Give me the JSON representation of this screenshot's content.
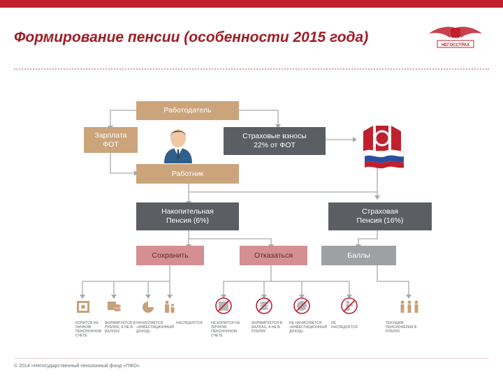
{
  "slide": {
    "title": "Формирование пенсии (особенности 2015 года)",
    "footer": "© 2014 «Негосударственный пенсионный фонд «ПФО»"
  },
  "logo": {
    "text": "НЕГОССТРАХ",
    "color": "#c0202e"
  },
  "colors": {
    "tan": "#cba47c",
    "dark": "#5b5f63",
    "rose": "#d58f93",
    "gray": "#9ea1a4",
    "accent": "#c0202e"
  },
  "boxes": {
    "employer": "Работодатель",
    "salary": "Зарплата\nФОТ",
    "contributions": "Страховые взносы\n22% от ФОТ",
    "employee": "Работник",
    "funded": "Накопительная\nПенсия (6%)",
    "insurance": "Страховая\nПенсия (16%)",
    "keep": "Сохранить",
    "refuse": "Отказаться",
    "points": "Баллы"
  },
  "icons": [
    {
      "name": "safe-icon",
      "caption": "копится на личном пенсионном счете"
    },
    {
      "name": "coins-icon",
      "caption": "формируется в рублях, а не в баллах"
    },
    {
      "name": "pie-chart-icon",
      "caption": "начисляется «инвестиционный доход»"
    },
    {
      "name": "heirs-icon",
      "caption": "наследуется"
    },
    {
      "name": "safe-crossed-icon",
      "caption": "не копится на личном пенсионном счете"
    },
    {
      "name": "coins-crossed-icon",
      "caption": "формируется в баллах, а не в рублях"
    },
    {
      "name": "pie-crossed-icon",
      "caption": "не начисляется «инвестиционный доход»"
    },
    {
      "name": "heirs-crossed-icon",
      "caption": "не наследуется"
    },
    {
      "name": "pensioners-icon",
      "caption": "текущим пенсионерам в рублях"
    }
  ]
}
